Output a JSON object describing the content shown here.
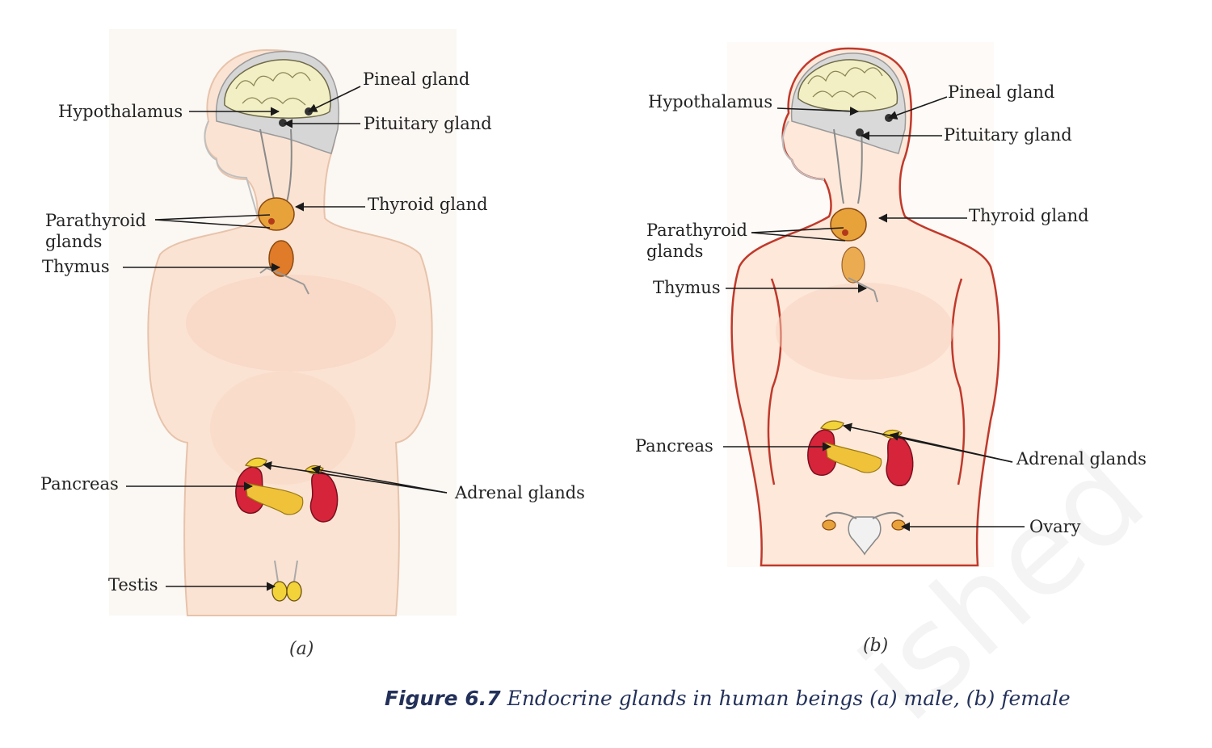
{
  "caption": {
    "figure_label": "Figure 6.7",
    "text": "Endocrine glands in human beings (a) male, (b) female"
  },
  "male": {
    "sublabel": "(a)",
    "labels": {
      "hypothalamus": "Hypothalamus",
      "pineal": "Pineal gland",
      "pituitary": "Pituitary gland",
      "thyroid": "Thyroid gland",
      "parathyroid_1": "Parathyroid",
      "parathyroid_2": "glands",
      "thymus": "Thymus",
      "pancreas": "Pancreas",
      "adrenal": "Adrenal glands",
      "testis": "Testis"
    }
  },
  "female": {
    "sublabel": "(b)",
    "labels": {
      "hypothalamus": "Hypothalamus",
      "pineal": "Pineal gland",
      "pituitary": "Pituitary gland",
      "thyroid": "Thyroid gland",
      "parathyroid_1": "Parathyroid",
      "parathyroid_2": "glands",
      "thymus": "Thymus",
      "pancreas": "Pancreas",
      "adrenal": "Adrenal glands",
      "ovary": "Ovary"
    }
  },
  "watermark": "ished"
}
